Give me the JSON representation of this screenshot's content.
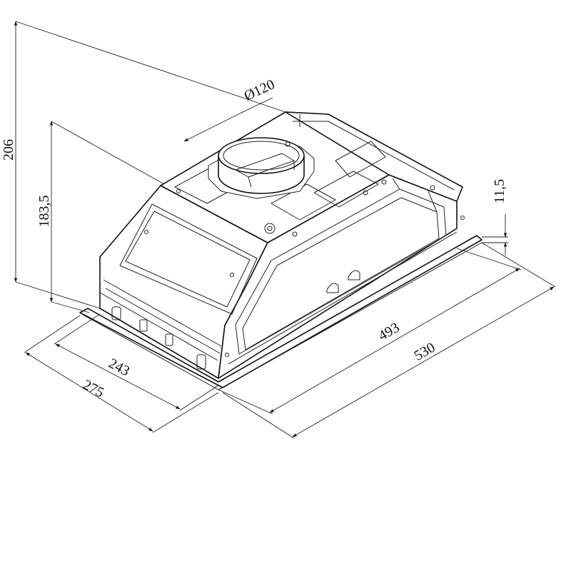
{
  "dimensions": {
    "total_height": "206",
    "body_height": "183,5",
    "duct_diameter": "Ø120",
    "flange_thickness": "11,5",
    "body_width": "493",
    "overall_width": "530",
    "body_depth": "243",
    "overall_depth": "275"
  }
}
